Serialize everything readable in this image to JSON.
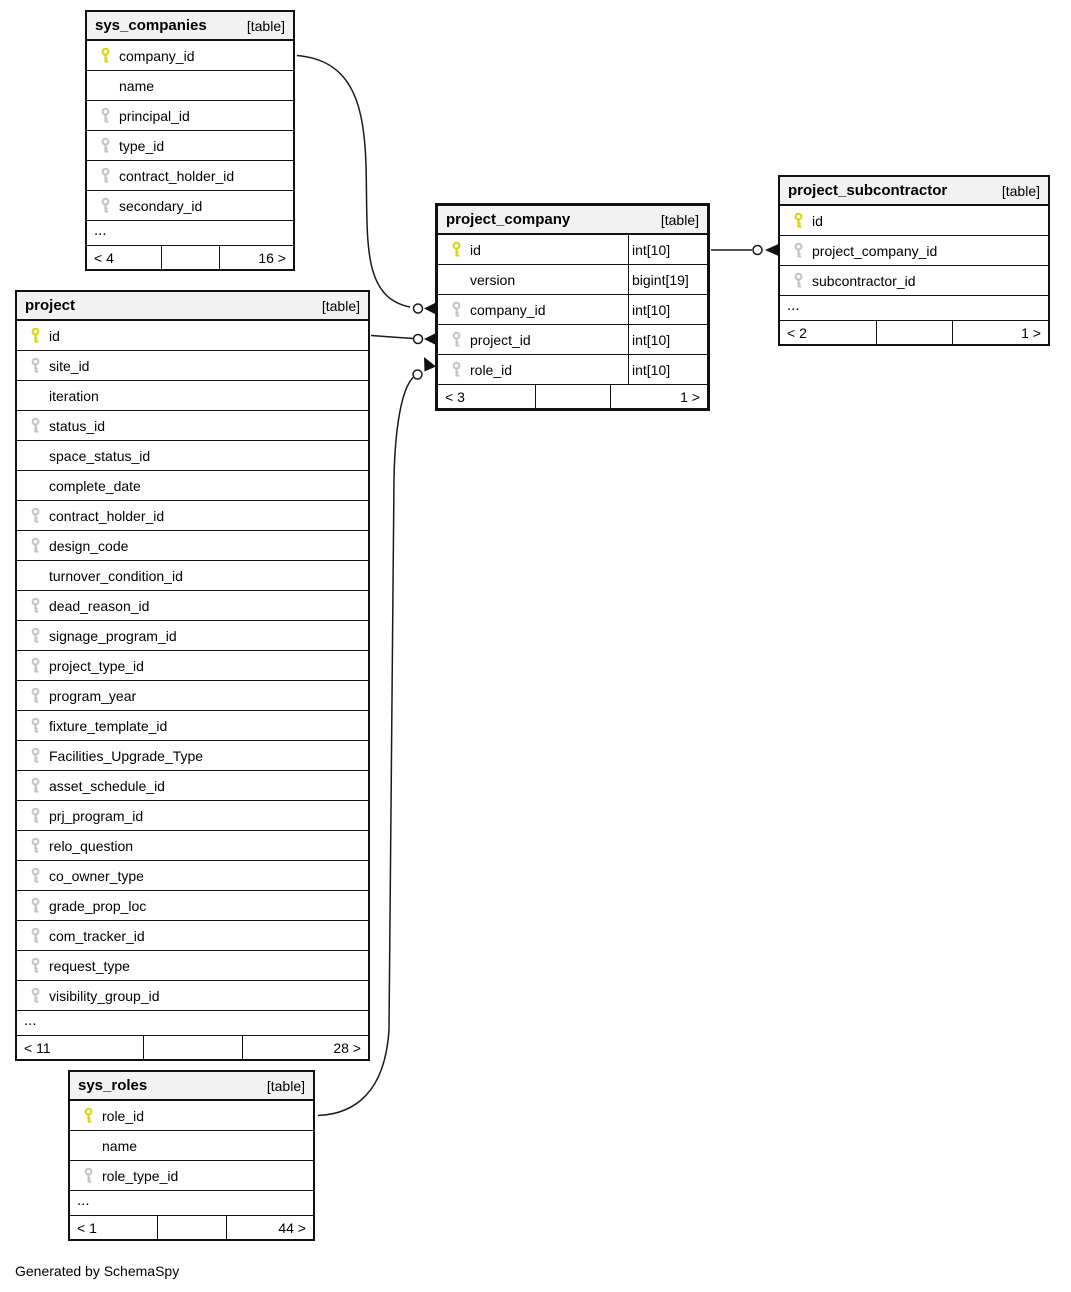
{
  "page": {
    "footer_note": "Generated by SchemaSpy"
  },
  "colors": {
    "primary_key_icon": "#d6d600",
    "foreign_key_icon": "#c2c2c2",
    "header_bg": "#f2f2f2",
    "border": "#111111"
  },
  "tables": {
    "sys_companies": {
      "title": "sys_companies",
      "badge": "[table]",
      "columns": [
        {
          "label": "company_id",
          "key": "pk"
        },
        {
          "label": "name",
          "key": "none"
        },
        {
          "label": "principal_id",
          "key": "fk"
        },
        {
          "label": "type_id",
          "key": "fk"
        },
        {
          "label": "contract_holder_id",
          "key": "fk"
        },
        {
          "label": "secondary_id",
          "key": "fk"
        }
      ],
      "ellipsis": "...",
      "footer_left": "< 4",
      "footer_mid": "",
      "footer_right": "16 >"
    },
    "project": {
      "title": "project",
      "badge": "[table]",
      "columns": [
        {
          "label": "id",
          "key": "pk"
        },
        {
          "label": "site_id",
          "key": "fk"
        },
        {
          "label": "iteration",
          "key": "none"
        },
        {
          "label": "status_id",
          "key": "fk"
        },
        {
          "label": "space_status_id",
          "key": "none"
        },
        {
          "label": "complete_date",
          "key": "none"
        },
        {
          "label": "contract_holder_id",
          "key": "fk"
        },
        {
          "label": "design_code",
          "key": "fk"
        },
        {
          "label": "turnover_condition_id",
          "key": "none"
        },
        {
          "label": "dead_reason_id",
          "key": "fk"
        },
        {
          "label": "signage_program_id",
          "key": "fk"
        },
        {
          "label": "project_type_id",
          "key": "fk"
        },
        {
          "label": "program_year",
          "key": "fk"
        },
        {
          "label": "fixture_template_id",
          "key": "fk"
        },
        {
          "label": "Facilities_Upgrade_Type",
          "key": "fk"
        },
        {
          "label": "asset_schedule_id",
          "key": "fk"
        },
        {
          "label": "prj_program_id",
          "key": "fk"
        },
        {
          "label": "relo_question",
          "key": "fk"
        },
        {
          "label": "co_owner_type",
          "key": "fk"
        },
        {
          "label": "grade_prop_loc",
          "key": "fk"
        },
        {
          "label": "com_tracker_id",
          "key": "fk"
        },
        {
          "label": "request_type",
          "key": "fk"
        },
        {
          "label": "visibility_group_id",
          "key": "fk"
        }
      ],
      "ellipsis": "...",
      "footer_left": "< 11",
      "footer_mid": "",
      "footer_right": "28 >"
    },
    "project_company": {
      "title": "project_company",
      "badge": "[table]",
      "columns": [
        {
          "label": "id",
          "key": "pk",
          "type": "int[10]"
        },
        {
          "label": "version",
          "key": "none",
          "type": "bigint[19]"
        },
        {
          "label": "company_id",
          "key": "fk",
          "type": "int[10]"
        },
        {
          "label": "project_id",
          "key": "fk",
          "type": "int[10]"
        },
        {
          "label": "role_id",
          "key": "fk",
          "type": "int[10]"
        }
      ],
      "footer_left": "< 3",
      "footer_mid": "",
      "footer_right": "1 >"
    },
    "project_subcontractor": {
      "title": "project_subcontractor",
      "badge": "[table]",
      "columns": [
        {
          "label": "id",
          "key": "pk"
        },
        {
          "label": "project_company_id",
          "key": "fk"
        },
        {
          "label": "subcontractor_id",
          "key": "fk"
        }
      ],
      "ellipsis": "...",
      "footer_left": "< 2",
      "footer_mid": "",
      "footer_right": "1 >"
    },
    "sys_roles": {
      "title": "sys_roles",
      "badge": "[table]",
      "columns": [
        {
          "label": "role_id",
          "key": "pk"
        },
        {
          "label": "name",
          "key": "none"
        },
        {
          "label": "role_type_id",
          "key": "fk"
        }
      ],
      "ellipsis": "...",
      "footer_left": "< 1",
      "footer_mid": "",
      "footer_right": "44 >"
    }
  },
  "relationships": [
    {
      "from": "sys_companies.company_id",
      "to": "project_company.company_id"
    },
    {
      "from": "project.id",
      "to": "project_company.project_id"
    },
    {
      "from": "sys_roles.role_id",
      "to": "project_company.role_id"
    },
    {
      "from": "project_company.id",
      "to": "project_subcontractor.project_company_id"
    }
  ]
}
